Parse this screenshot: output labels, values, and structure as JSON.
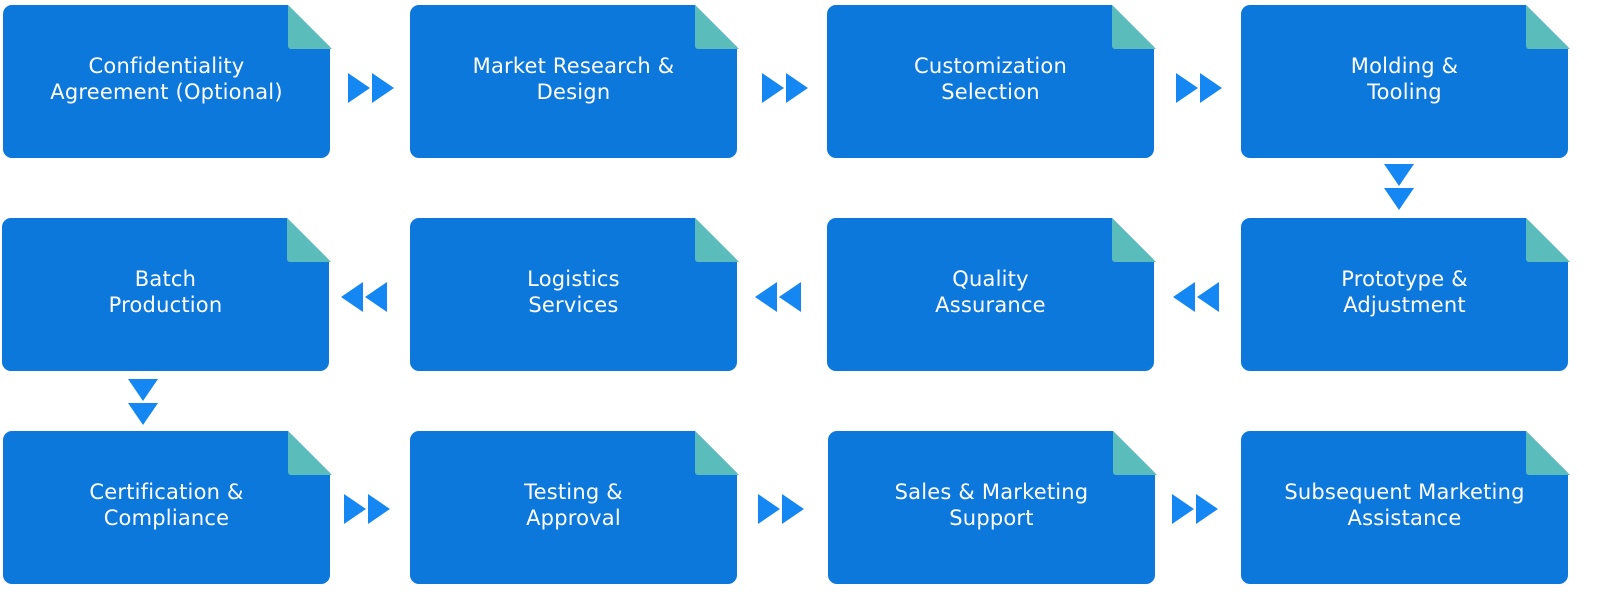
{
  "steps": [
    {
      "label": "Confidentiality\nAgreement (Optional)"
    },
    {
      "label": "Market Research &\nDesign"
    },
    {
      "label": "Customization\nSelection"
    },
    {
      "label": "Molding &\nTooling"
    },
    {
      "label": "Prototype &\nAdjustment"
    },
    {
      "label": "Quality\nAssurance"
    },
    {
      "label": "Logistics\nServices"
    },
    {
      "label": "Batch\nProduction"
    },
    {
      "label": "Certification &\nCompliance"
    },
    {
      "label": "Testing &\nApproval"
    },
    {
      "label": "Sales & Marketing\nSupport"
    },
    {
      "label": "Subsequent Marketing\nAssistance"
    }
  ],
  "colors": {
    "card": "#0c78db",
    "fold": "#5bbdbb",
    "arrow": "#1587f2",
    "text": "#ffffff"
  }
}
